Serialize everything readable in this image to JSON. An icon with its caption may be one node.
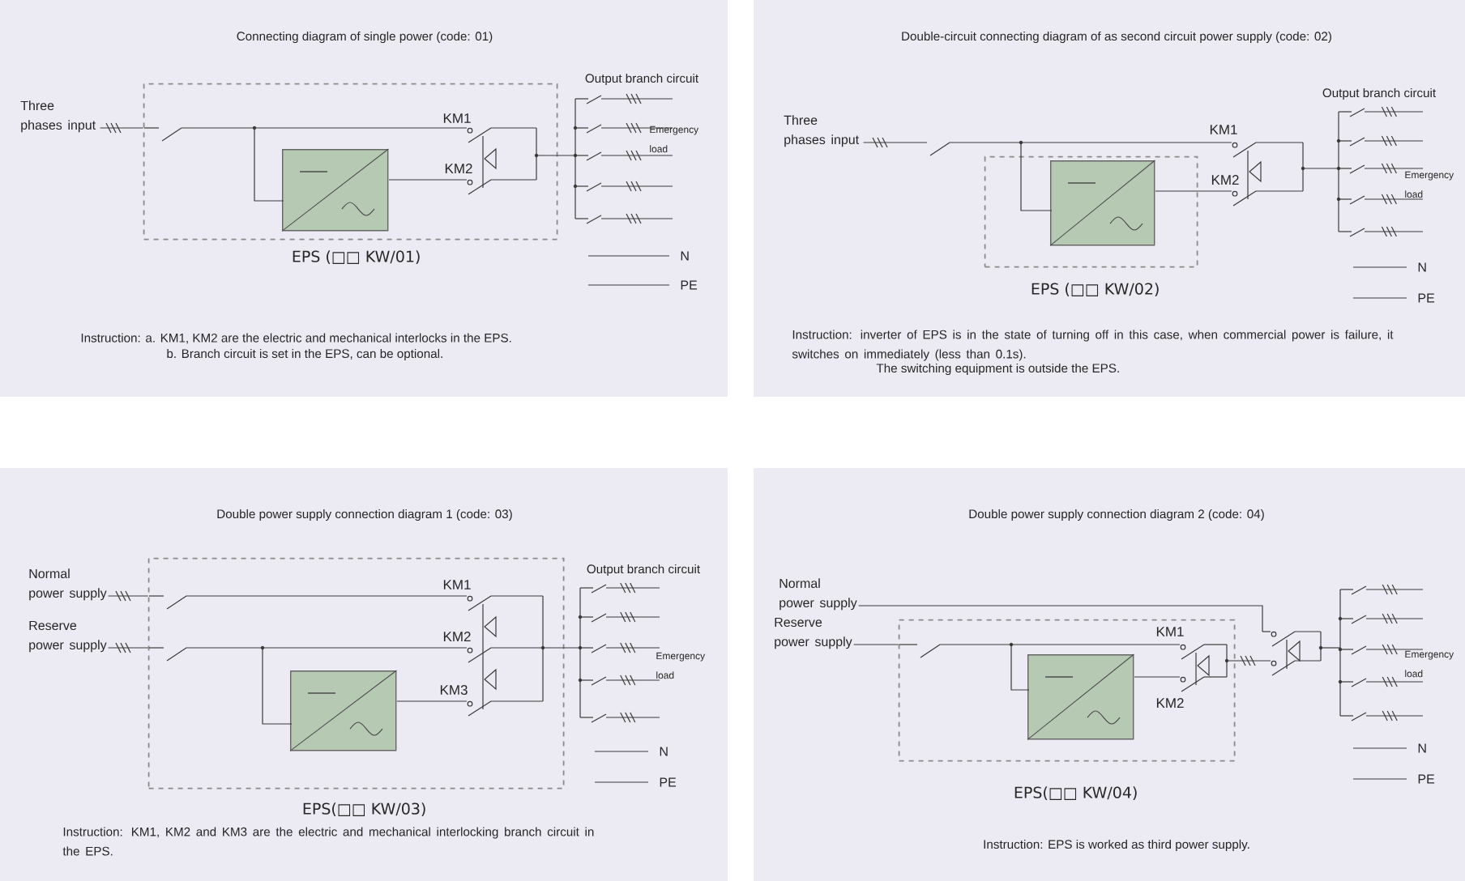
{
  "diagram": {
    "nodes": [
      {
        "text": [
          "Connecting diagram of single power (code: 01)",
          "Instruction: a. KM1, KM2 are the electric and mechanical interlocks in the EPS.",
          "b. Branch circuit is set in the EPS, can be optional."
        ]
      },
      {
        "text": [
          "EPS (□□ KW/01)"
        ],
        "in": 0
      },
      {
        "text": [],
        "shape": "box",
        "in": 1
      },
      {
        "text": [
          "Three phases input"
        ],
        "in": 0
      },
      {
        "text": [
          "Double-circuit connecting diagram of as second circuit power supply (code: 02)",
          "Instruction: inverter of EPS is in the state of turning off in this case, when commercial power is failure, it switches on immediately (less than 0.1s).",
          "The switching equipment is outside the EPS."
        ]
      },
      {
        "text": [
          "Three phases input"
        ],
        "in": 4
      },
      {
        "text": [
          "EPS (□□ KW/02)"
        ],
        "in": 4
      },
      {
        "text": [],
        "shape": "box",
        "in": 6
      },
      {
        "text": [
          "Double power supply connection diagram 1 (code: 03)",
          "Instruction: KM1, KM2 and KM3 are the electric and mechanical interlocking branch circuit in the EPS."
        ]
      },
      {
        "text": [
          "Normal power supply"
        ],
        "in": 8
      },
      {
        "text": [
          "Reserve power supply"
        ],
        "in": 8
      },
      {
        "text": [
          "EPS(□□ KW/03)"
        ],
        "in": 8
      },
      {
        "text": [],
        "shape": "box",
        "in": 11
      },
      {
        "text": [
          "Double power supply connection diagram 2 (code: 04)",
          "Instruction: EPS is worked as third power supply."
        ]
      },
      {
        "text": [
          "Normal power supply"
        ],
        "in": 13
      },
      {
        "text": [
          "Reserve power supply"
        ],
        "in": 13
      },
      {
        "text": [
          "EPS(□□ KW/04)"
        ],
        "in": 13
      },
      {
        "text": [],
        "shape": "box",
        "in": 16
      }
    ],
    "edges": [
      {
        "from": 3,
        "to": 1,
        "arrow": "none"
      },
      {
        "from": 5,
        "to": null,
        "arrow": "none"
      },
      {
        "from": 9,
        "to": 11,
        "arrow": "none"
      },
      {
        "from": 10,
        "to": 11,
        "arrow": "none"
      },
      {
        "from": 14,
        "to": null,
        "arrow": "none"
      },
      {
        "from": 15,
        "to": 16,
        "arrow": "none"
      }
    ],
    "labels": [
      "Output branch circuit",
      "KM1",
      "Emergency load",
      "KM2",
      "N",
      "PE",
      "Output branch circuit",
      "KM1",
      "KM2",
      "Emergency load",
      "N",
      "PE",
      "Output branch circuit",
      "KM1",
      "KM2",
      "Emergency load",
      "KM3",
      "N",
      "PE",
      "KM1",
      "Emergency load",
      "KM2",
      "N",
      "PE"
    ]
  }
}
